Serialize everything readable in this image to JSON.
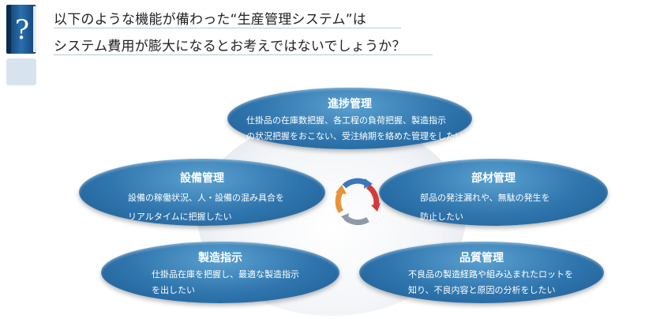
{
  "header": {
    "line1": "以下のような機能が備わった“生産管理システム”は",
    "line2": "システム費用が膨大になるとお考えではないでしょうか？"
  },
  "diagram": {
    "nodes": {
      "progress": {
        "title": "進捗管理",
        "desc1": "仕掛品の在庫数把握、各工程の負荷把握、製造指示",
        "desc2": "の状況把握をおこない、受注納期を絡めた管理をしたい"
      },
      "equipment": {
        "title": "設備管理",
        "desc1": "設備の稼働状況、人・設備の混み具合を",
        "desc2": "リアルタイムに把握したい"
      },
      "parts": {
        "title": "部材管理",
        "desc1": "部品の発注漏れや、無駄の発生を",
        "desc2": "防止したい"
      },
      "manufacturing": {
        "title": "製造指示",
        "desc1": "仕掛品在庫を把握し、最適な製造指示",
        "desc2": "を出したい"
      },
      "quality": {
        "title": "品質管理",
        "desc1": "不良品の製造経路や組み込まれたロットを",
        "desc2": "知り、不良内容と原因の分析をしたい"
      }
    },
    "cycle_colors": [
      "#d33b3b",
      "#3a77bd",
      "#e8923a",
      "#8e9aa6"
    ]
  }
}
